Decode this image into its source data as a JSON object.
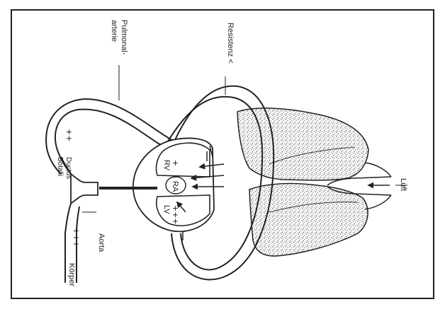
{
  "labels": {
    "pulmonalarterie_1": "Pulmonal-",
    "pulmonalarterie_2": "arterie",
    "resistenz": "Resistenz <",
    "rv": "RV",
    "ra": "RA",
    "lv": "LV",
    "ductus_1": "Ductus",
    "ductus_2": "Botalli",
    "aorta": "Aorta",
    "koerper": "Körper",
    "luft": "Luft"
  },
  "pressure_marks": {
    "pulmonary_artery": "++",
    "right_ventricle": "+",
    "left_ventricle": "+++",
    "body": "+++"
  },
  "colors": {
    "ink": "#222222",
    "paper": "#ffffff",
    "lung_stipple": "#555555"
  }
}
